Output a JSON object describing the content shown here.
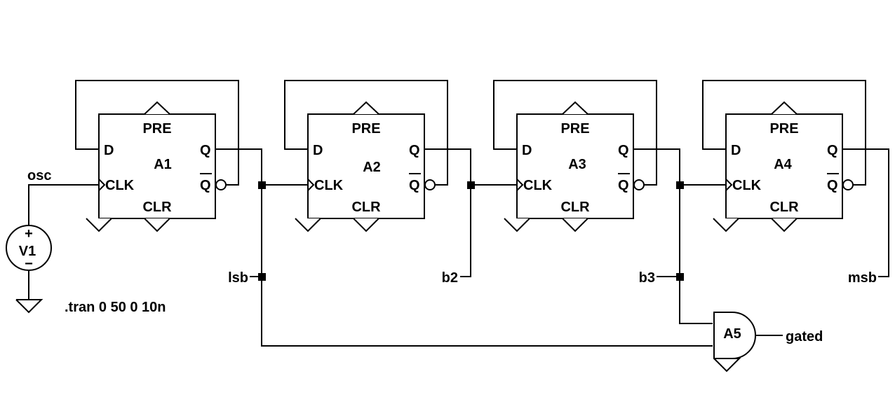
{
  "flipflops": [
    {
      "name": "A1",
      "pins": {
        "d": "D",
        "clk": "CLK",
        "q": "Q",
        "qbar": "Q",
        "pre": "PRE",
        "clr": "CLR"
      }
    },
    {
      "name": "A2",
      "pins": {
        "d": "D",
        "clk": "CLK",
        "q": "Q",
        "qbar": "Q",
        "pre": "PRE",
        "clr": "CLR"
      }
    },
    {
      "name": "A3",
      "pins": {
        "d": "D",
        "clk": "CLK",
        "q": "Q",
        "qbar": "Q",
        "pre": "PRE",
        "clr": "CLR"
      }
    },
    {
      "name": "A4",
      "pins": {
        "d": "D",
        "clk": "CLK",
        "q": "Q",
        "qbar": "Q",
        "pre": "PRE",
        "clr": "CLR"
      }
    }
  ],
  "gate": {
    "name": "A5"
  },
  "source": {
    "name": "V1",
    "plus": "+",
    "minus": "−"
  },
  "nets": {
    "osc": "osc",
    "lsb": "lsb",
    "b2": "b2",
    "b3": "b3",
    "msb": "msb",
    "gated": "gated"
  },
  "directive": ".tran 0 50 0 10n"
}
